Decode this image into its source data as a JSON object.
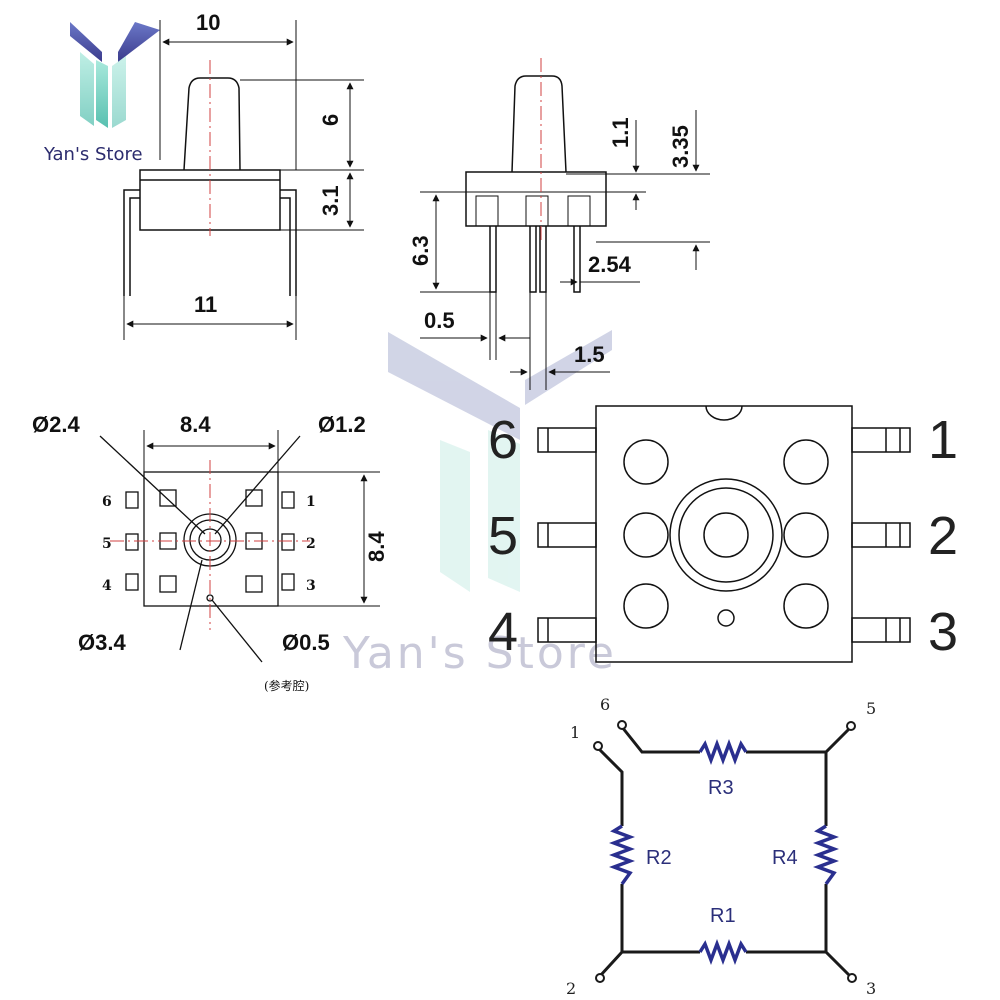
{
  "brand": {
    "store_name": "Yan's Store",
    "watermark": "Yan's Store"
  },
  "side_view": {
    "top_width": "10",
    "stem_height": "6",
    "body_height": "3.1",
    "bottom_width": "11"
  },
  "front_view": {
    "d_1_1": "1.1",
    "d_3_35": "3.35",
    "d_6_3": "6.3",
    "pitch": "2.54",
    "lead_width": "0.5",
    "d_1_5": "1.5"
  },
  "top_view": {
    "d_2_4": "Ø2.4",
    "d_8_4_width": "8.4",
    "d_1_2": "Ø1.2",
    "d_8_4_height": "8.4",
    "d_3_4": "Ø3.4",
    "d_0_5": "Ø0.5",
    "ref_note": "(参考腔)",
    "pin_labels": [
      "6",
      "5",
      "4",
      "1",
      "2",
      "3"
    ]
  },
  "package_view": {
    "pin_labels": [
      "6",
      "5",
      "4",
      "1",
      "2",
      "3"
    ]
  },
  "circuit": {
    "resistors": [
      "R3",
      "R2",
      "R4",
      "R1"
    ],
    "nodes": [
      "1",
      "6",
      "5",
      "2",
      "3"
    ]
  },
  "colors": {
    "line": "#111111",
    "centerline": "#d04040",
    "resistor": "#2a2f8f",
    "logo_dark": "#3b3b8c",
    "logo_light": "#7fd6c6"
  }
}
